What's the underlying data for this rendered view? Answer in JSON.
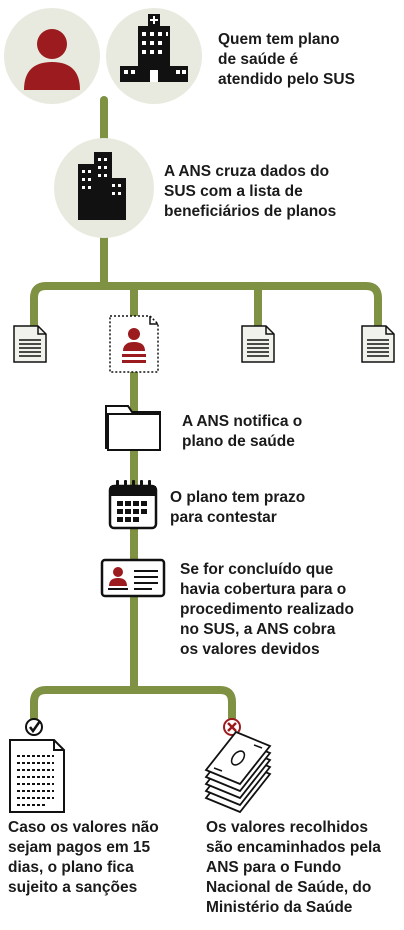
{
  "colors": {
    "line": "#7f9143",
    "circle": "#e9eadf",
    "icon": "#111111",
    "accent": "#9b1b1f",
    "paper": "#f2f2ec"
  },
  "steps": {
    "s1": "Quem tem plano\nde saúde é\natendido pelo SUS",
    "s2": "A ANS cruza dados do\nSUS com a lista de\nbeneficiários de planos",
    "s3": "A ANS notifica o\nplano de saúde",
    "s4": "O plano tem prazo\npara contestar",
    "s5": "Se for concluído que\nhavia cobertura para o\nprocedimento realizado\nno SUS, a ANS cobra\nos valores devidos"
  },
  "outcomes": {
    "left": "Caso os valores não\nsejam pagos em 15\ndias, o plano fica\nsujeito a sanções",
    "right": "Os valores recolhidos\nsão encaminhados pela\nANS para o Fundo\nNacional de Saúde, do\nMinistério da Saúde"
  },
  "icons": {
    "patient": "person-icon",
    "hospital": "hospital-icon",
    "ans": "building-icon",
    "doc": "document-icon",
    "highlight": "profile-document-icon",
    "folder": "folder-icon",
    "calendar": "calendar-icon",
    "card": "id-card-icon",
    "check": "check-icon",
    "cross": "cross-icon",
    "list": "list-document-icon",
    "money": "money-icon"
  }
}
